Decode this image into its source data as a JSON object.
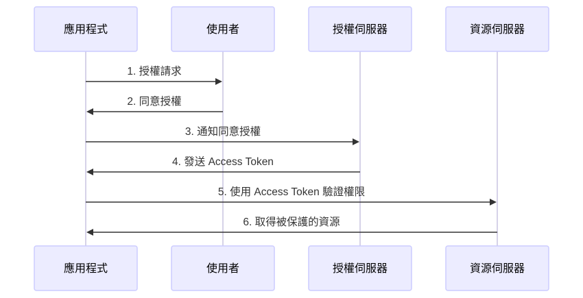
{
  "participants": [
    {
      "id": "app",
      "label": "應用程式"
    },
    {
      "id": "user",
      "label": "使用者"
    },
    {
      "id": "auth",
      "label": "授權伺服器"
    },
    {
      "id": "resource",
      "label": "資源伺服器"
    }
  ],
  "messages": [
    {
      "from": "app",
      "to": "user",
      "label": "1. 授權請求"
    },
    {
      "from": "user",
      "to": "app",
      "label": "2. 同意授權"
    },
    {
      "from": "app",
      "to": "auth",
      "label": "3. 通知同意授權"
    },
    {
      "from": "auth",
      "to": "app",
      "label": "4. 發送 Access Token"
    },
    {
      "from": "app",
      "to": "resource",
      "label": "5. 使用 Access Token 驗證權限"
    },
    {
      "from": "resource",
      "to": "app",
      "label": "6. 取得被保護的資源"
    }
  ],
  "colors": {
    "actor_fill": "#ECECFF",
    "actor_stroke": "#CCCCFF",
    "lifeline": "#C9C3E0",
    "message": "#333333"
  }
}
